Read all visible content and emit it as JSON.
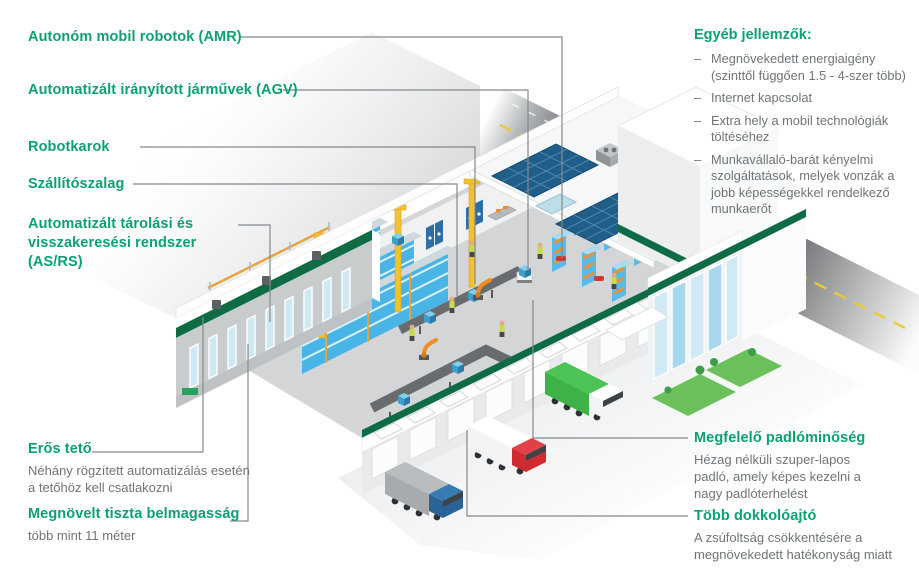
{
  "colors": {
    "accent_green": "#0ba173",
    "stripe_green": "#0e6b43",
    "body_text": "#6e7478",
    "leader_line": "#85898c",
    "road_gray": "#77797c",
    "dash_yellow": "#e9ca3a",
    "solar_blue": "#1f5e8a",
    "rack_blue": "#49b4e6",
    "rack_orange": "#e8a33c",
    "grass_green": "#6cc05b"
  },
  "callouts_left": [
    {
      "id": "amr",
      "label": "Autonóm mobil robotok  (AMR)"
    },
    {
      "id": "agv",
      "label": "Automatizált irányított járművek  (AGV)"
    },
    {
      "id": "robot-arms",
      "label": "Robotkarok"
    },
    {
      "id": "conveyor",
      "label": "Szállítószalag"
    },
    {
      "id": "asrs",
      "label": "Automatizált tárolási és visszakeresési rendszer (AS/RS)"
    },
    {
      "id": "strong-roof",
      "label": "Erős tető",
      "description": "Néhány rögzített automatizálás esetén a tetőhöz kell csatlakozni"
    },
    {
      "id": "clear-height",
      "label": "Megnövelt tiszta belmagasság",
      "description": "több mint 11 méter"
    }
  ],
  "features_panel": {
    "title": "Egyéb jellemzők:",
    "bullet": "–",
    "items": [
      "Megnövekedett energiaigény (szinttől függően 1.5 - 4-szer több)",
      "Internet kapcsolat",
      "Extra hely a mobil technológiák töltéséhez",
      "Munkavállaló-barát kényelmi szolgáltatások, melyek vonzák a jobb képességekkel rendelkező munkaerőt"
    ]
  },
  "callouts_right": [
    {
      "id": "floor-quality",
      "label": "Megfelelő padlóminőség",
      "description": "Hézag nélküli szuper-lapos padló, amely képes kezelni a nagy padlóterhelést"
    },
    {
      "id": "dock-doors",
      "label": "Több dokkolóajtó",
      "description": "A zsúfoltság csökkentésére a megnövekedett hatékonyság miatt"
    }
  ]
}
